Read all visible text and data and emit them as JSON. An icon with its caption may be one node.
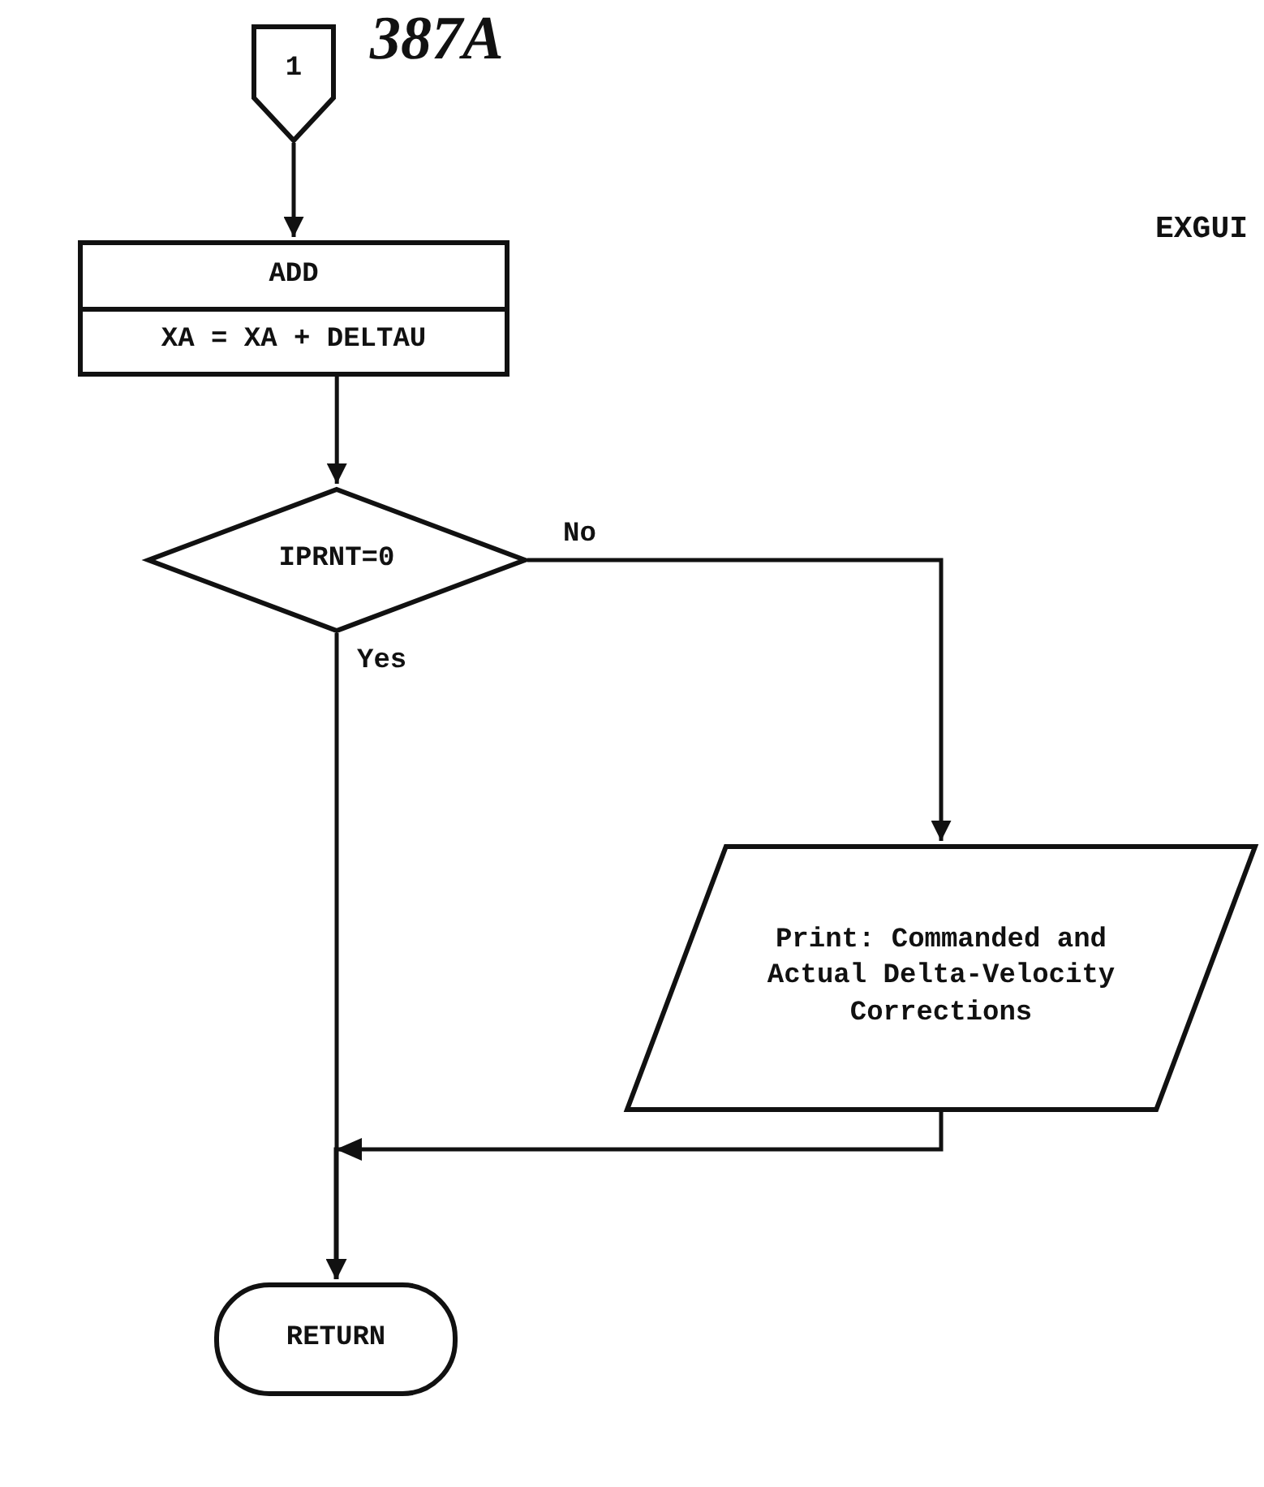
{
  "diagram": {
    "nodes": [
      {
        "text": [
          "1"
        ]
      },
      {
        "text": [
          "ADD",
          "XA = XA + DELTAU"
        ]
      },
      {
        "text": [
          "IPRNT=0"
        ]
      },
      {
        "text": [
          "Print: Commanded and Actual Delta-Velocity Corrections"
        ]
      },
      {
        "text": [
          "RETURN"
        ]
      }
    ],
    "edges": [
      {
        "from": 0,
        "to": 1,
        "arrow": "to"
      },
      {
        "from": 1,
        "to": 2,
        "arrow": "to"
      },
      {
        "from": 2,
        "to": 3,
        "arrow": "to",
        "label": "No"
      },
      {
        "from": 2,
        "to": 4,
        "arrow": "to",
        "label": "Yes"
      },
      {
        "from": 3,
        "to": 4,
        "arrow": "to"
      }
    ],
    "labels": [
      "387A",
      "EXGUI"
    ]
  }
}
